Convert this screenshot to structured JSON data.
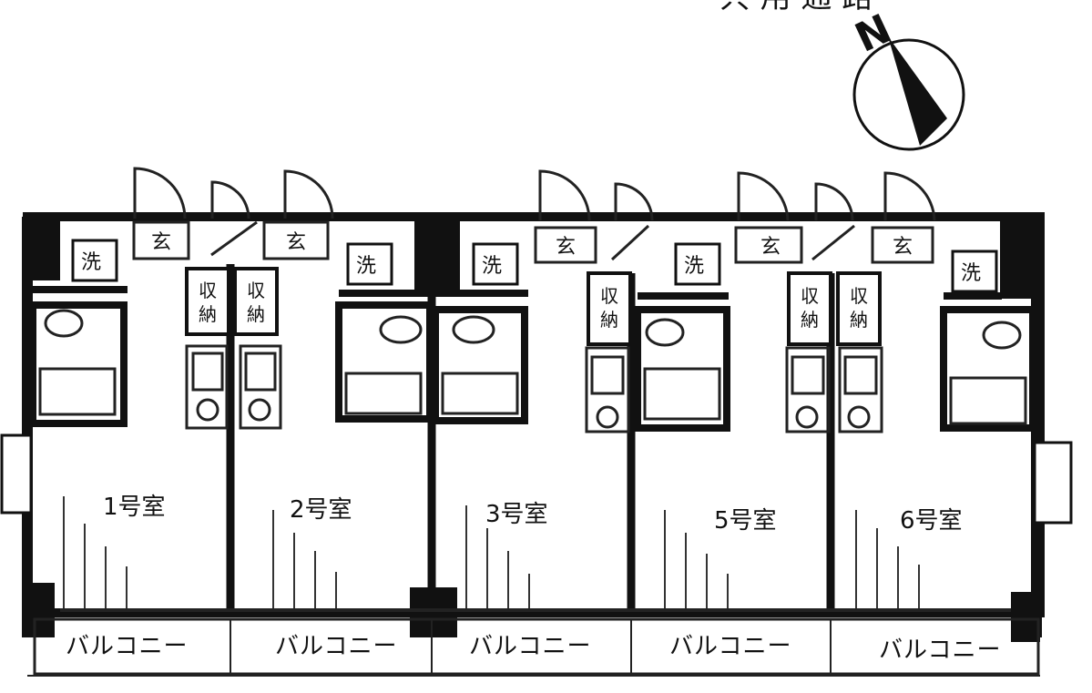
{
  "heading": "ー 共 用 通 路",
  "compass": {
    "label": "N",
    "icon": "north-arrow-icon"
  },
  "units": [
    {
      "room": "1号室",
      "balcony": "バルコニー",
      "entry": "玄",
      "laundry": "洗",
      "storage": [
        "収",
        "納"
      ]
    },
    {
      "room": "2号室",
      "balcony": "バルコニー",
      "entry": "玄",
      "laundry": "洗",
      "storage": [
        "収",
        "納"
      ]
    },
    {
      "room": "3号室",
      "balcony": "バルコニー",
      "entry": "玄",
      "laundry": "洗",
      "storage": [
        "収",
        "納"
      ]
    },
    {
      "room": "5号室",
      "balcony": "バルコニー",
      "entry": "玄",
      "laundry": "洗",
      "storage": [
        "収",
        "納"
      ]
    },
    {
      "room": "6号室",
      "balcony": "バルコニー",
      "entry": "玄",
      "laundry": "洗",
      "storage": [
        "収",
        "納"
      ]
    }
  ],
  "colors": {
    "wall": "#111111",
    "line": "#222222",
    "background": "#ffffff"
  }
}
